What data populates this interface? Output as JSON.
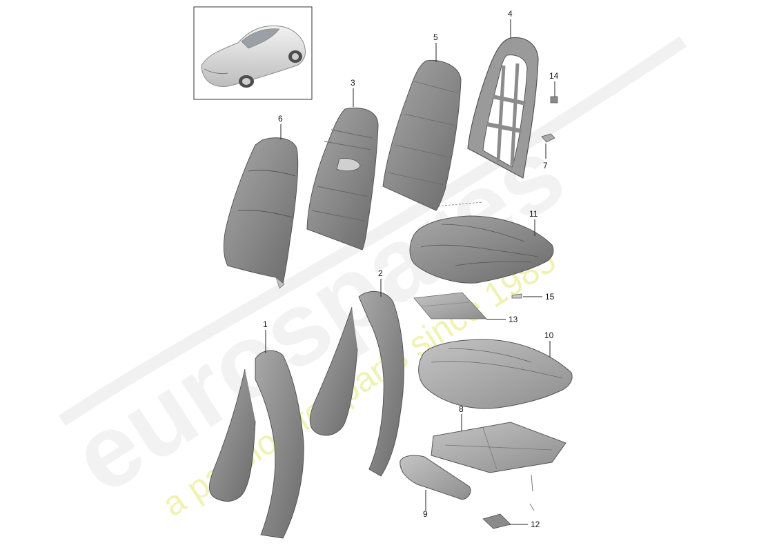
{
  "watermark": {
    "brand": "eurospares",
    "tagline": "a passion for parts since 1985",
    "brand_color": "#e6e6e6",
    "tagline_color": "#eef0a6"
  },
  "parts": [
    {
      "id": "1",
      "label": "1"
    },
    {
      "id": "2",
      "label": "2"
    },
    {
      "id": "3",
      "label": "3"
    },
    {
      "id": "4",
      "label": "4"
    },
    {
      "id": "5",
      "label": "5"
    },
    {
      "id": "6",
      "label": "6"
    },
    {
      "id": "7",
      "label": "7"
    },
    {
      "id": "8",
      "label": "8"
    },
    {
      "id": "9",
      "label": "9"
    },
    {
      "id": "10",
      "label": "10"
    },
    {
      "id": "11",
      "label": "11"
    },
    {
      "id": "12",
      "label": "12"
    },
    {
      "id": "13",
      "label": "13"
    },
    {
      "id": "14",
      "label": "14"
    },
    {
      "id": "15",
      "label": "15"
    }
  ],
  "colors": {
    "part_fill": "#8c8c8c",
    "part_dark": "#5e5e5e",
    "part_light": "#b8b8b8",
    "outline": "#444444"
  }
}
